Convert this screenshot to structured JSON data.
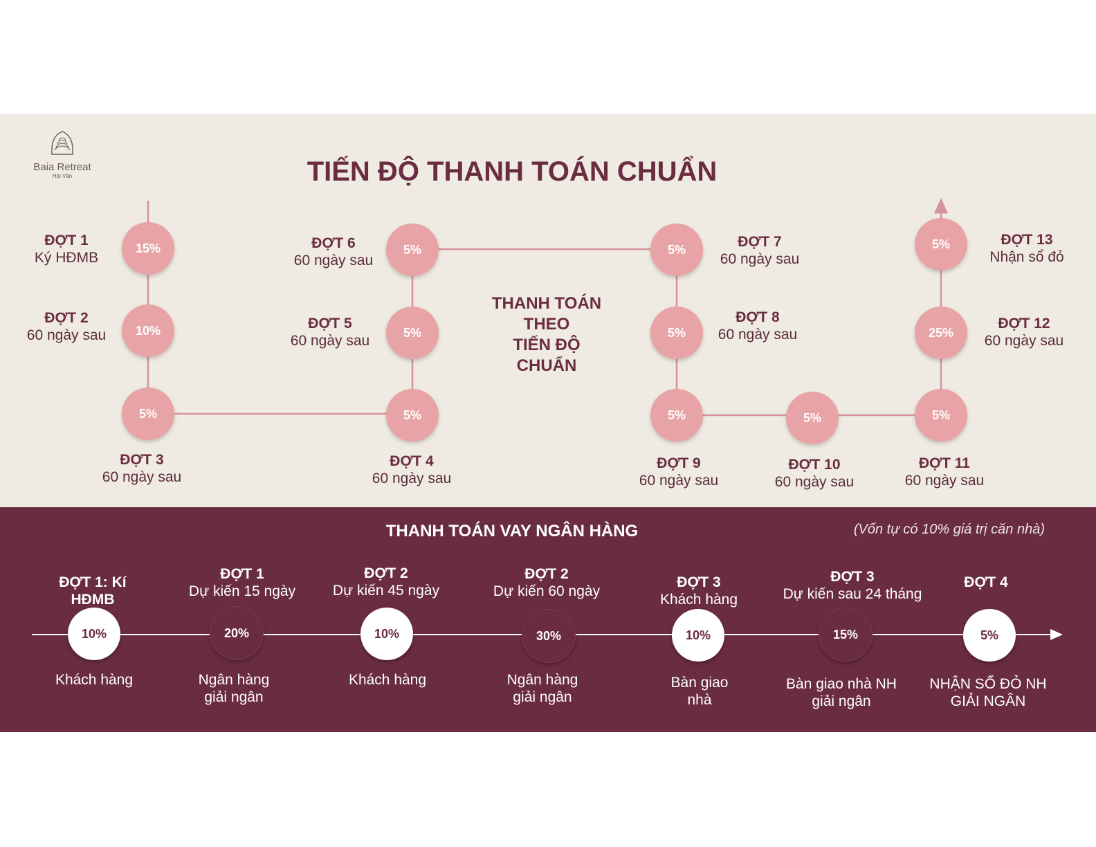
{
  "logo": {
    "name": "Baia Retreat",
    "sub": "Hội Vân",
    "icon": "shell-icon"
  },
  "title": "TIẾN ĐỘ THANH TOÁN CHUẨN",
  "center_text": [
    "THANH TOÁN",
    "THEO",
    "TIẾN ĐỘ",
    "CHUẨN"
  ],
  "standard": [
    {
      "pct": "15%",
      "label": "ĐỢT 1",
      "sub": "Ký HĐMB"
    },
    {
      "pct": "10%",
      "label": "ĐỢT 2",
      "sub": "60 ngày sau"
    },
    {
      "pct": "5%",
      "label": "ĐỢT 3",
      "sub": "60 ngày sau"
    },
    {
      "pct": "5%",
      "label": "ĐỢT 4",
      "sub": "60 ngày sau"
    },
    {
      "pct": "5%",
      "label": "ĐỢT 5",
      "sub": "60 ngày sau"
    },
    {
      "pct": "5%",
      "label": "ĐỢT 6",
      "sub": "60 ngày sau"
    },
    {
      "pct": "5%",
      "label": "ĐỢT 7",
      "sub": "60 ngày sau"
    },
    {
      "pct": "5%",
      "label": "ĐỢT 8",
      "sub": "60 ngày sau"
    },
    {
      "pct": "5%",
      "label": "ĐỢT 9",
      "sub": "60 ngày sau"
    },
    {
      "pct": "5%",
      "label": "ĐỢT 10",
      "sub": "60 ngày sau"
    },
    {
      "pct": "5%",
      "label": "ĐỢT 11",
      "sub": "60 ngày sau"
    },
    {
      "pct": "25%",
      "label": "ĐỢT 12",
      "sub": "60 ngày sau"
    },
    {
      "pct": "5%",
      "label": "ĐỢT 13",
      "sub": "Nhận sổ đỏ"
    }
  ],
  "bank": {
    "title": "THANH TOÁN VAY NGÂN HÀNG",
    "note": "(Vốn tự có 10% giá trị căn nhà)",
    "steps": [
      {
        "pct": "10%",
        "label": "ĐỢT 1: Kí HĐMB",
        "sub": "",
        "below": "Khách hàng",
        "style": "light"
      },
      {
        "pct": "20%",
        "label": "ĐỢT 1",
        "sub": "Dự kiến 15 ngày",
        "below": "Ngân hàng giải ngân",
        "style": "dark"
      },
      {
        "pct": "10%",
        "label": "ĐỢT 2",
        "sub": "Dự kiến 45 ngày",
        "below": "Khách hàng",
        "style": "light"
      },
      {
        "pct": "30%",
        "label": "ĐỢT 2",
        "sub": "Dự kiến 60 ngày",
        "below": "Ngân hàng giải ngân",
        "style": "dark"
      },
      {
        "pct": "10%",
        "label": "ĐỢT 3",
        "sub": "Khách hàng",
        "below": "Bàn giao nhà",
        "style": "light"
      },
      {
        "pct": "15%",
        "label": "ĐỢT 3",
        "sub": "Dự kiến sau 24 tháng",
        "below": "Bàn giao nhà NH giải ngân",
        "style": "dark"
      },
      {
        "pct": "5%",
        "label": "ĐỢT 4",
        "sub": "",
        "below": "NHẬN SỔ ĐỎ NH GIẢI NGÂN",
        "style": "light"
      }
    ]
  }
}
